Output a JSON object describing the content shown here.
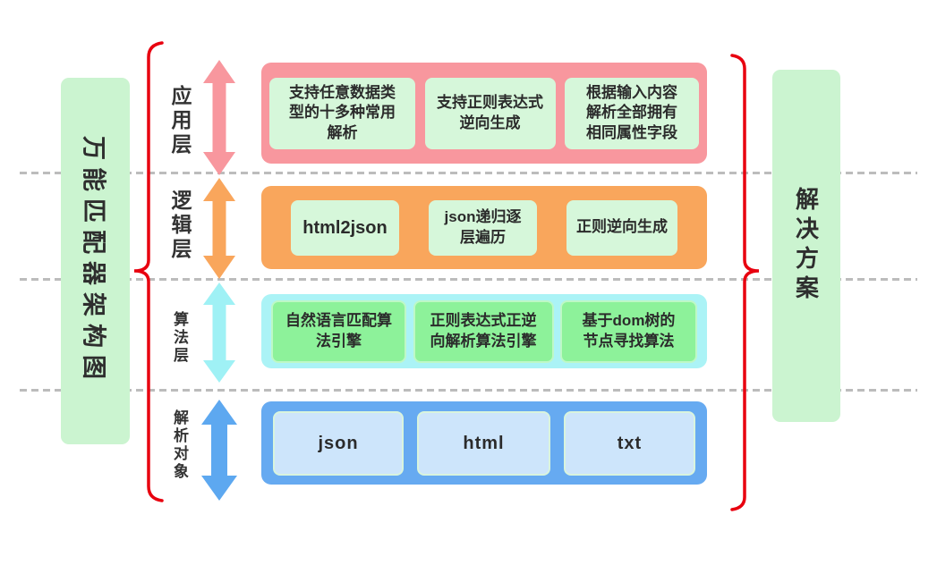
{
  "title_panel": {
    "text": "万能匹配器架构图"
  },
  "solution_panel": {
    "text": "解决方案"
  },
  "layers": [
    {
      "label": "应用层",
      "container_color": "#f8979e",
      "items": [
        "支持任意数据类\n型的十多种常用\n解析",
        "支持正则表达式\n逆向生成",
        "根据输入内容\n解析全部拥有\n相同属性字段"
      ]
    },
    {
      "label": "逻辑层",
      "container_color": "#f9a65c",
      "items": [
        "html2json",
        "json递归逐\n层遍历",
        "正则逆向生成"
      ]
    },
    {
      "label": "算法层",
      "container_color": "#abf3f6",
      "items": [
        "自然语言匹配算\n法引擎",
        "正则表达式正逆\n向解析算法引擎",
        "基于dom树的\n节点寻找算法"
      ]
    },
    {
      "label": "解析对象",
      "container_color": "#66aaf1",
      "items": [
        "json",
        "html",
        "txt"
      ]
    }
  ],
  "colors": {
    "panel_green": "#cbf4d0",
    "item_mint_green": "#d6f7da",
    "item_bright_green": "#8df29a",
    "item_light_blue": "#cde5fb",
    "arrow_pink": "#f8979e",
    "arrow_orange": "#f9a65c",
    "arrow_cyan": "#9ff1f5",
    "arrow_blue": "#5da8f0",
    "brace_red": "#e8000f",
    "dash_gray": "#bcbcbc",
    "text_dark": "#2b2b2b"
  }
}
